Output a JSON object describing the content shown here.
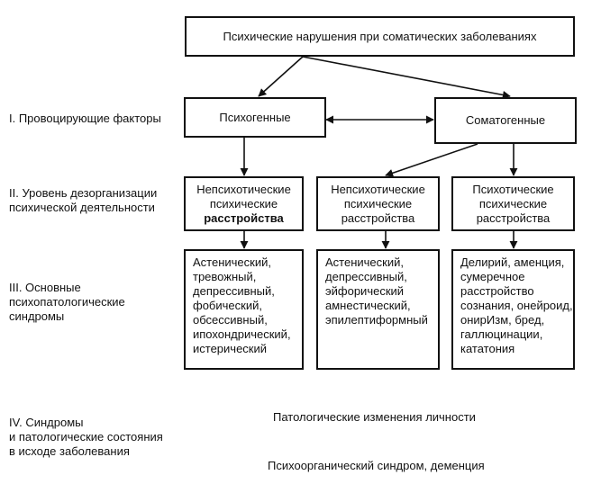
{
  "title": "Психические нарушения при соматических заболеваниях",
  "levels": [
    {
      "label": [
        "I. Провоцирующие факторы"
      ]
    },
    {
      "label": [
        "II. Уровень дезорганизации",
        "психической деятельности"
      ]
    },
    {
      "label": [
        "III. Основные",
        "психопатологические",
        "синдромы"
      ]
    },
    {
      "label": [
        "IV. Синдромы",
        "и патологические состояния",
        "в исходе заболевания"
      ]
    }
  ],
  "factors": {
    "psychogenic": "Психогенные",
    "somatogenic": "Соматогенные"
  },
  "disorders": [
    {
      "lines": [
        "Непсихотические",
        "психические",
        "расстройства"
      ]
    },
    {
      "lines": [
        "Непсихотические",
        "психические",
        "расстройства"
      ]
    },
    {
      "lines": [
        "Психотические",
        "психические",
        "расстройства"
      ]
    }
  ],
  "syndromes": [
    {
      "lines": [
        "Астенический,",
        "тревожный,",
        "депрессивный,",
        "фобический,",
        "обсессивный,",
        "ипохондрический,",
        "истерический"
      ]
    },
    {
      "lines": [
        "Астенический,",
        "депрессивный,",
        "эйфорический",
        "амнестический,",
        "эпилептиформный"
      ]
    },
    {
      "lines": [
        "Делирий, аменция,",
        "сумеречное",
        "расстройство",
        "сознания, онейроид,",
        "онирИзм, бред,",
        "галлюцинации,",
        "кататония"
      ]
    }
  ],
  "outcomes": {
    "personality": "Патологические изменения личности",
    "psychoorganic": "Психоорганический синдром, деменция"
  }
}
